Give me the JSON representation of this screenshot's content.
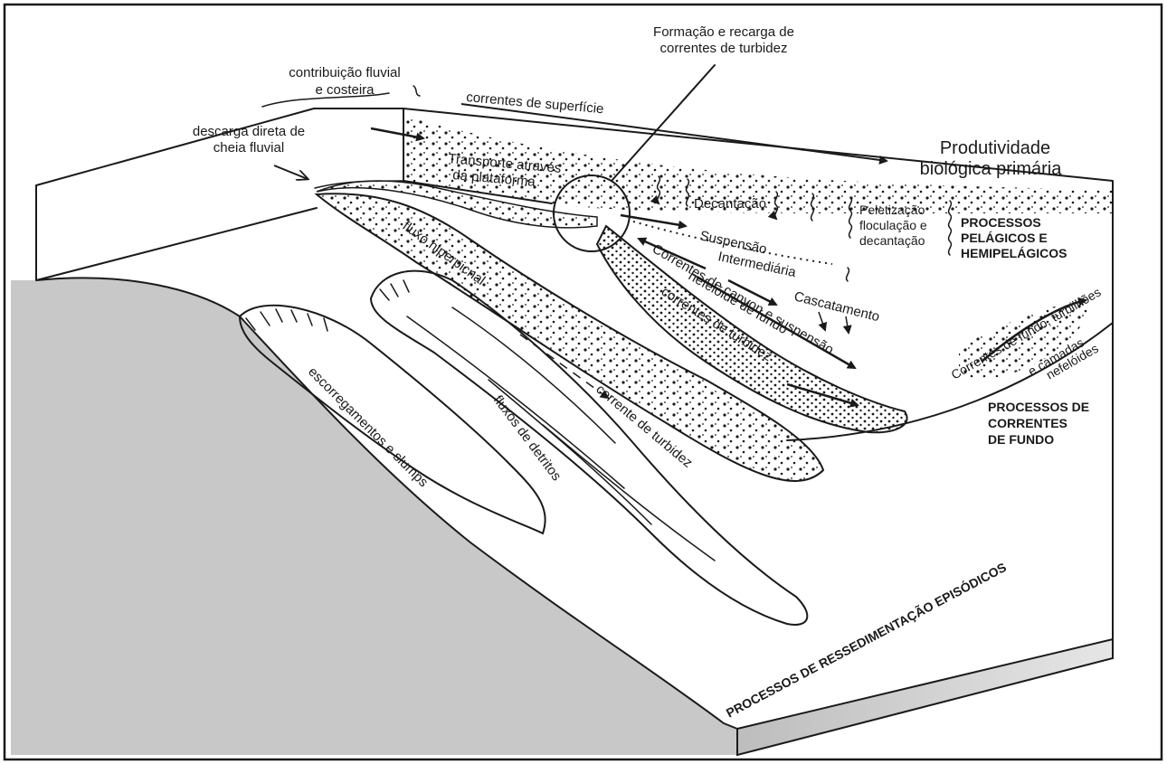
{
  "labels": {
    "contribuicao": [
      "contribuição fluvial",
      "e costeira"
    ],
    "descarga": [
      "descarga direta de",
      "cheia fluvial"
    ],
    "correntes_superficie": "correntes de superfície",
    "transporte": [
      "Transporte através",
      "da plataforma"
    ],
    "formacao": [
      "Formação e recarga de",
      "correntes de turbidez"
    ],
    "produtividade": [
      "Produtividade",
      "biológica primária"
    ],
    "decantacao": "Decantação",
    "peletizacao": [
      "Peletização",
      "floculação e",
      "decantação"
    ],
    "processos_pelagicos": [
      "PROCESSOS",
      "PELÁGICOS E",
      "HEMIPELÁGICOS"
    ],
    "suspensao": "Suspensão",
    "intermediaria": "Intermediária",
    "cascatamento": "Cascatamento",
    "correntes_canyon": "Correntes de canyon e suspensão",
    "nefeloide_fundo": "nefelóide de fundo",
    "correntes_turbidez": "correntes de turbidez",
    "correntes_fundo_turb": "Correntes de fundo, turbilhões",
    "camadas": "e camadas",
    "nefeloides": "nefelóides",
    "processos_correntes": [
      "PROCESSOS DE",
      "CORRENTES",
      "DE FUNDO"
    ],
    "fluxo_hiperpicnal": "fluxo hiperpicnal",
    "escorregamentos": "escorregamentos e slumps",
    "fluxos_detritos": "fluxos de detritos",
    "corrente_turbidez": "corrente de turbidez",
    "processos_ressedimentacao": "PROCESSOS DE RESSEDIMENTAÇÃO EPISÓDICOS"
  }
}
